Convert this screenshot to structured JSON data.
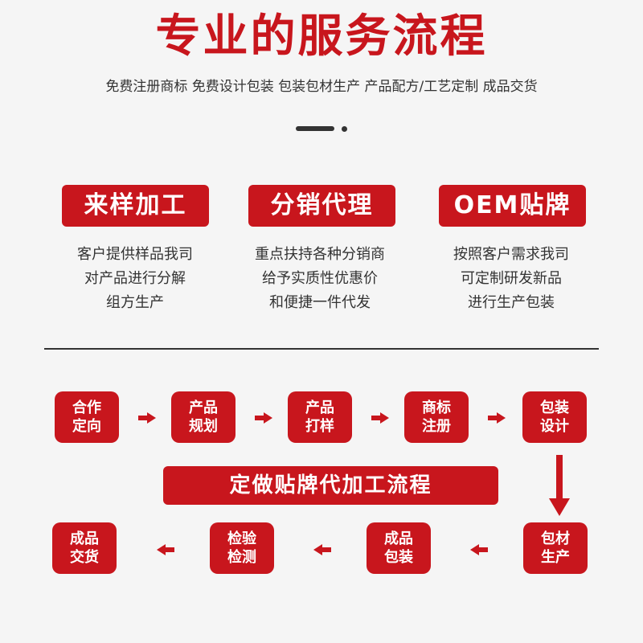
{
  "header": {
    "title": "专业的服务流程",
    "subtitle": "免费注册商标 免费设计包装 包装包材生产 产品配方/工艺定制 成品交货"
  },
  "services": [
    {
      "title": "来样加工",
      "lines": [
        "客户提供样品我司",
        "对产品进行分解",
        "组方生产"
      ]
    },
    {
      "title": "分销代理",
      "lines": [
        "重点扶持各种分销商",
        "给予实质性优惠价",
        "和便捷一件代发"
      ]
    },
    {
      "title": "OEM贴牌",
      "lines": [
        "按照客户需求我司",
        "可定制研发新品",
        "进行生产包装"
      ]
    }
  ],
  "process": {
    "banner": "定做贴牌代加工流程",
    "row1": [
      {
        "line1": "合作",
        "line2": "定向"
      },
      {
        "line1": "产品",
        "line2": "规划"
      },
      {
        "line1": "产品",
        "line2": "打样"
      },
      {
        "line1": "商标",
        "line2": "注册"
      },
      {
        "line1": "包装",
        "line2": "设计"
      }
    ],
    "row2": [
      {
        "line1": "成品",
        "line2": "交货"
      },
      {
        "line1": "检验",
        "line2": "检测"
      },
      {
        "line1": "成品",
        "line2": "包装"
      },
      {
        "line1": "包材",
        "line2": "生产"
      }
    ]
  },
  "colors": {
    "accent": "#c8161d",
    "text": "#333333",
    "background": "#f5f5f5"
  },
  "icons": [
    "arrow-right-icon",
    "arrow-down-icon",
    "arrow-left-icon"
  ]
}
